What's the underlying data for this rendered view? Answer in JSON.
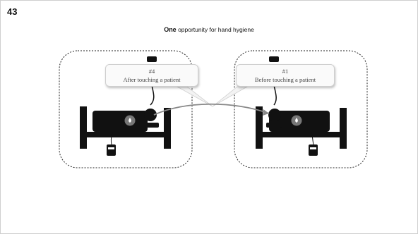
{
  "slide": {
    "number": "43"
  },
  "title": {
    "emphasis": "One",
    "rest": " opportunity for hand hygiene"
  },
  "callouts": [
    {
      "number": "#4",
      "text": "After touching a patient"
    },
    {
      "number": "#1",
      "text": "Before touching a patient"
    }
  ],
  "colors": {
    "bed": "#111111",
    "arrow": "#888888",
    "drop": "#777777",
    "zone_border": "#222222"
  },
  "icons": [
    "bed-icon",
    "patient-icon",
    "iv-bag-icon",
    "monitor-icon",
    "hand-drop-icon",
    "arrow-icon"
  ]
}
